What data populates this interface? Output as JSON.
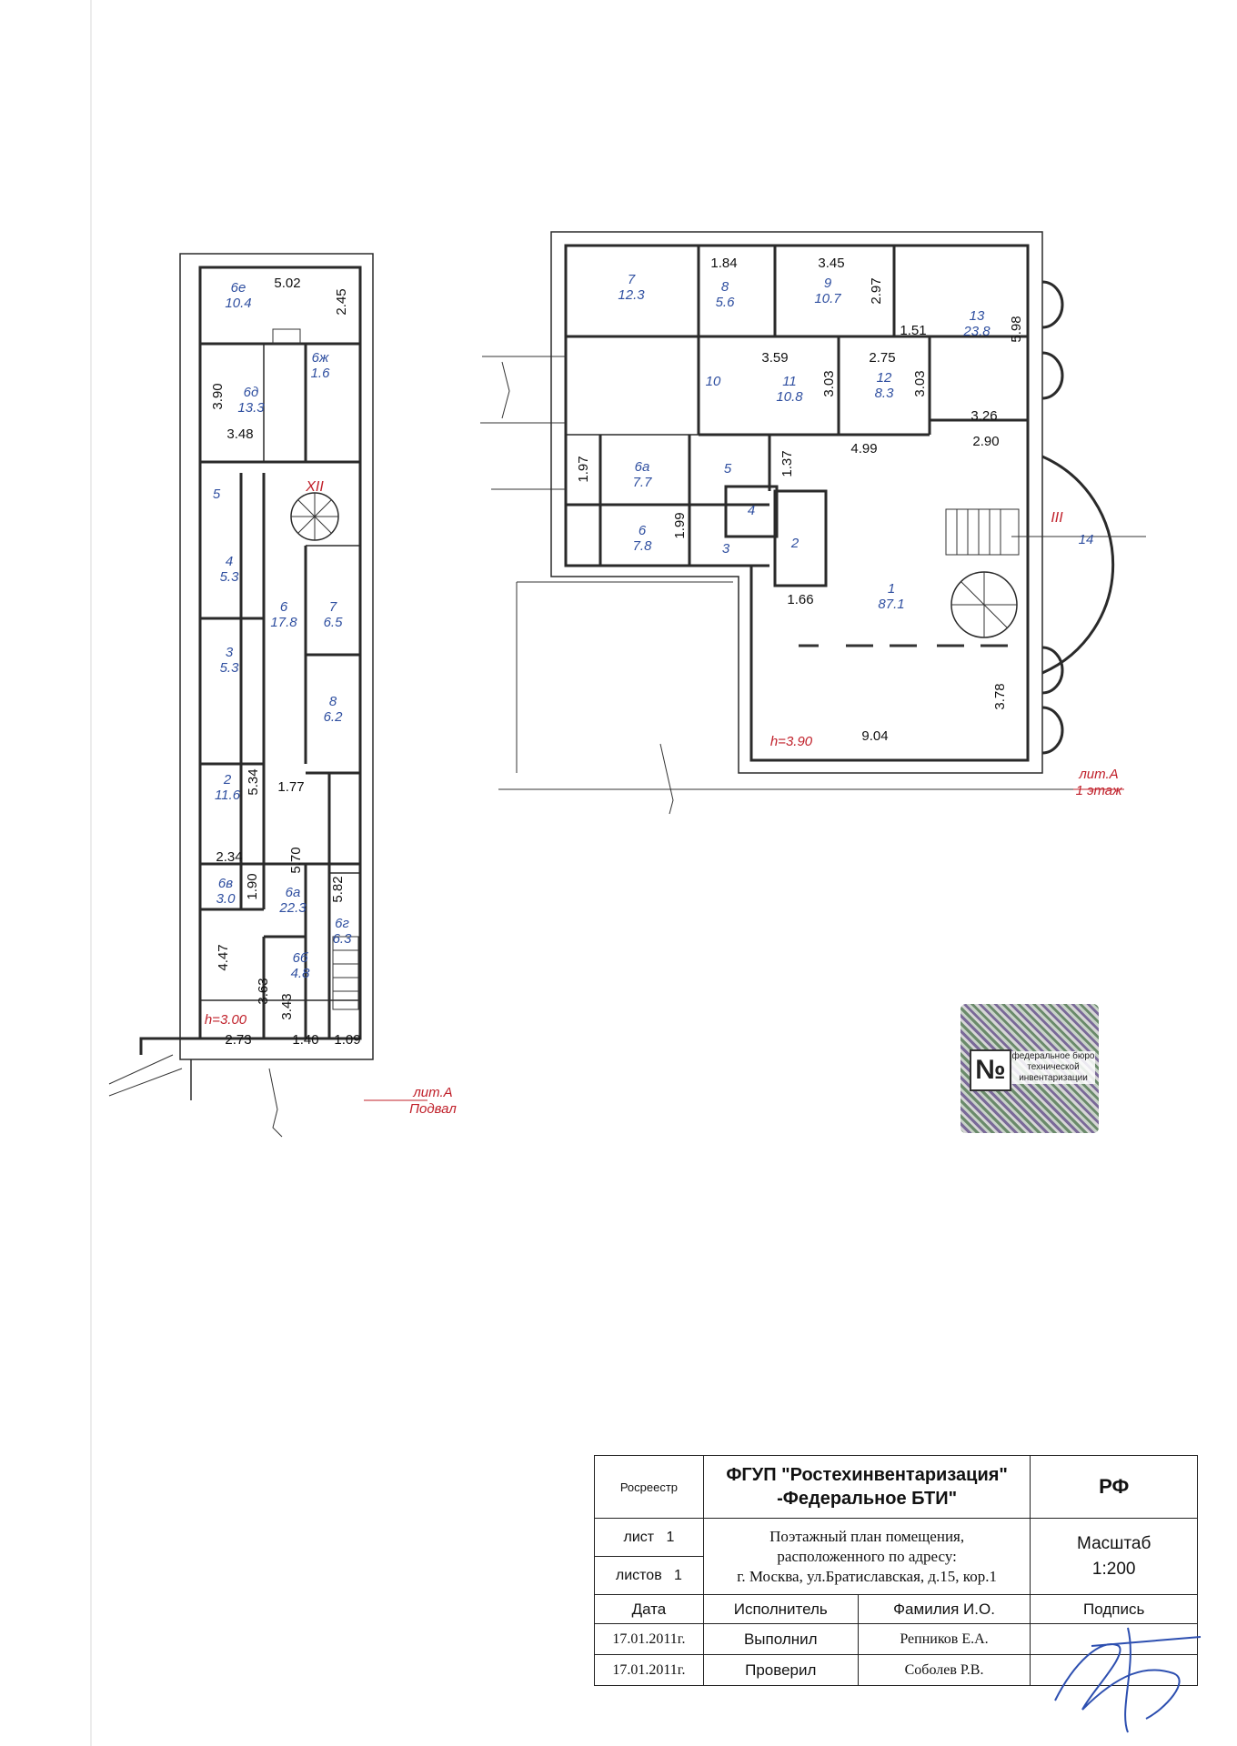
{
  "basement": {
    "rooms": [
      {
        "num": "6е",
        "area": "10.4"
      },
      {
        "num": "6ж",
        "area": "1.6"
      },
      {
        "num": "6д",
        "area": "13.3"
      },
      {
        "num": "5",
        "area": ""
      },
      {
        "num": "XII",
        "area": ""
      },
      {
        "num": "4",
        "area": "5.3"
      },
      {
        "num": "6",
        "area": "17.8"
      },
      {
        "num": "7",
        "area": "6.5"
      },
      {
        "num": "3",
        "area": "5.3"
      },
      {
        "num": "8",
        "area": "6.2"
      },
      {
        "num": "2",
        "area": "11.6"
      },
      {
        "num": "6в",
        "area": "3.0"
      },
      {
        "num": "6а",
        "area": "22.3"
      },
      {
        "num": "6г",
        "area": "6.3"
      },
      {
        "num": "6б",
        "area": "4.8"
      }
    ],
    "dims": [
      "5.02",
      "2.45",
      "3.90",
      "3.48",
      "5.34",
      "1.77",
      "2.34",
      "5.70",
      "1.90",
      "5.82",
      "4.47",
      "3.63",
      "3.43",
      "2.73",
      "1.40",
      "1.09"
    ],
    "height": "h=3.00",
    "lit": "лит.А",
    "floor": "Подвал"
  },
  "floor1": {
    "rooms": [
      {
        "num": "7",
        "area": "12.3"
      },
      {
        "num": "8",
        "area": "5.6"
      },
      {
        "num": "9",
        "area": "10.7"
      },
      {
        "num": "13",
        "area": "23.8"
      },
      {
        "num": "10",
        "area": ""
      },
      {
        "num": "11",
        "area": "10.8"
      },
      {
        "num": "12",
        "area": "8.3"
      },
      {
        "num": "6а",
        "area": "7.7"
      },
      {
        "num": "5",
        "area": ""
      },
      {
        "num": "4",
        "area": ""
      },
      {
        "num": "6",
        "area": "7.8"
      },
      {
        "num": "3",
        "area": ""
      },
      {
        "num": "2",
        "area": ""
      },
      {
        "num": "1",
        "area": "87.1"
      },
      {
        "num": "14",
        "area": ""
      },
      {
        "num": "III",
        "area": ""
      }
    ],
    "dims": [
      "1.84",
      "3.45",
      "2.97",
      "5.98",
      "1.51",
      "3.59",
      "3.03",
      "2.75",
      "3.03",
      "3.26",
      "2.90",
      "1.37",
      "4.99",
      "1.97",
      "1.99",
      "1.66",
      "3.78",
      "9.04"
    ],
    "height": "h=3.90",
    "lit": "лит.А",
    "floor": "1 этаж"
  },
  "stamp": {
    "text": "федеральное бюро технической инвентаризации",
    "glyph": "№"
  },
  "title_block": {
    "registry": "Росреестр",
    "org_line1": "ФГУП \"Ростехинвентаризация\"",
    "org_line2": "-Федеральное БТИ\"",
    "country": "РФ",
    "sheet_label": "лист",
    "sheet_value": "1",
    "sheets_label": "листов",
    "sheets_value": "1",
    "desc_line1": "Поэтажный план помещения,",
    "desc_line2": "расположенного по адресу:",
    "desc_line3": "г. Москва, ул.Братиславская, д.15, кор.1",
    "scale_label": "Масштаб",
    "scale_value": "1:200",
    "headers": {
      "date": "Дата",
      "executor": "Исполнитель",
      "name": "Фамилия И.О.",
      "signature": "Подпись"
    },
    "rows": [
      {
        "date": "17.01.2011г.",
        "role": "Выполнил",
        "name": "Репников Е.А."
      },
      {
        "date": "17.01.2011г.",
        "role": "Проверил",
        "name": "Соболев Р.В."
      }
    ]
  }
}
